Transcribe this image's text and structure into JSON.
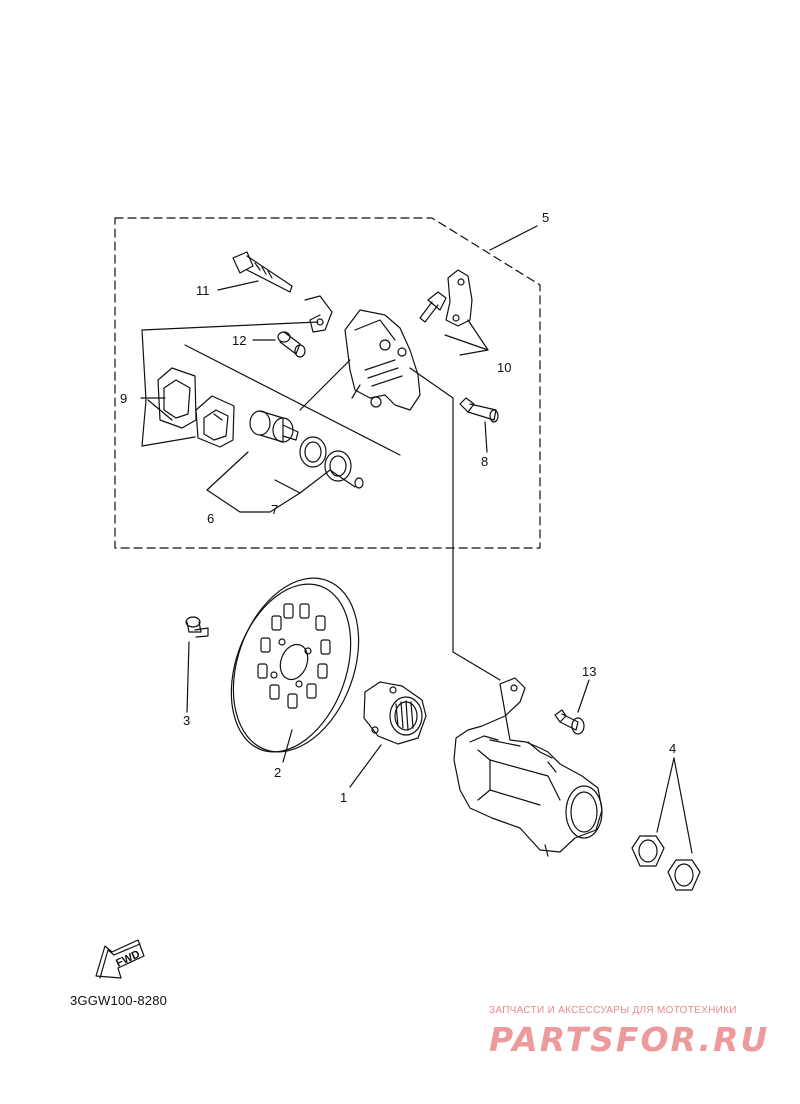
{
  "labels": {
    "p1": "1",
    "p2": "2",
    "p3": "3",
    "p4": "4",
    "p5": "5",
    "p6": "6",
    "p7": "7",
    "p8": "8",
    "p9": "9",
    "p10": "10",
    "p11": "11",
    "p12": "12",
    "p13": "13"
  },
  "fwd_arrow": "FWD",
  "drawing_code": "3GGW100-8280",
  "watermark": {
    "tagline": "ЗАПЧАСТИ И АКСЕССУАРЫ ДЛЯ МОТОТЕХНИКИ",
    "logo": "PARTSFOR.RU"
  },
  "colors": {
    "line": "#111111",
    "watermark": "#ec9a9c"
  }
}
